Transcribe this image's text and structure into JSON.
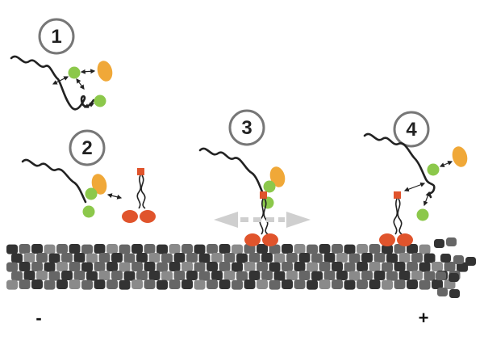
{
  "steps": [
    {
      "label": "1"
    },
    {
      "label": "2"
    },
    {
      "label": "3"
    },
    {
      "label": "4"
    }
  ],
  "polarity": {
    "minus": "-",
    "plus": "+"
  },
  "colors": {
    "tether": "#222222",
    "green": "#8cc84b",
    "orange": "#f0a838",
    "red": "#e0542c",
    "arrow": "#cfcfcf",
    "microtubule_dark": "#333333",
    "microtubule_mid": "#666666",
    "microtubule_light": "#8a8a8a",
    "circle_stroke": "#777777"
  }
}
